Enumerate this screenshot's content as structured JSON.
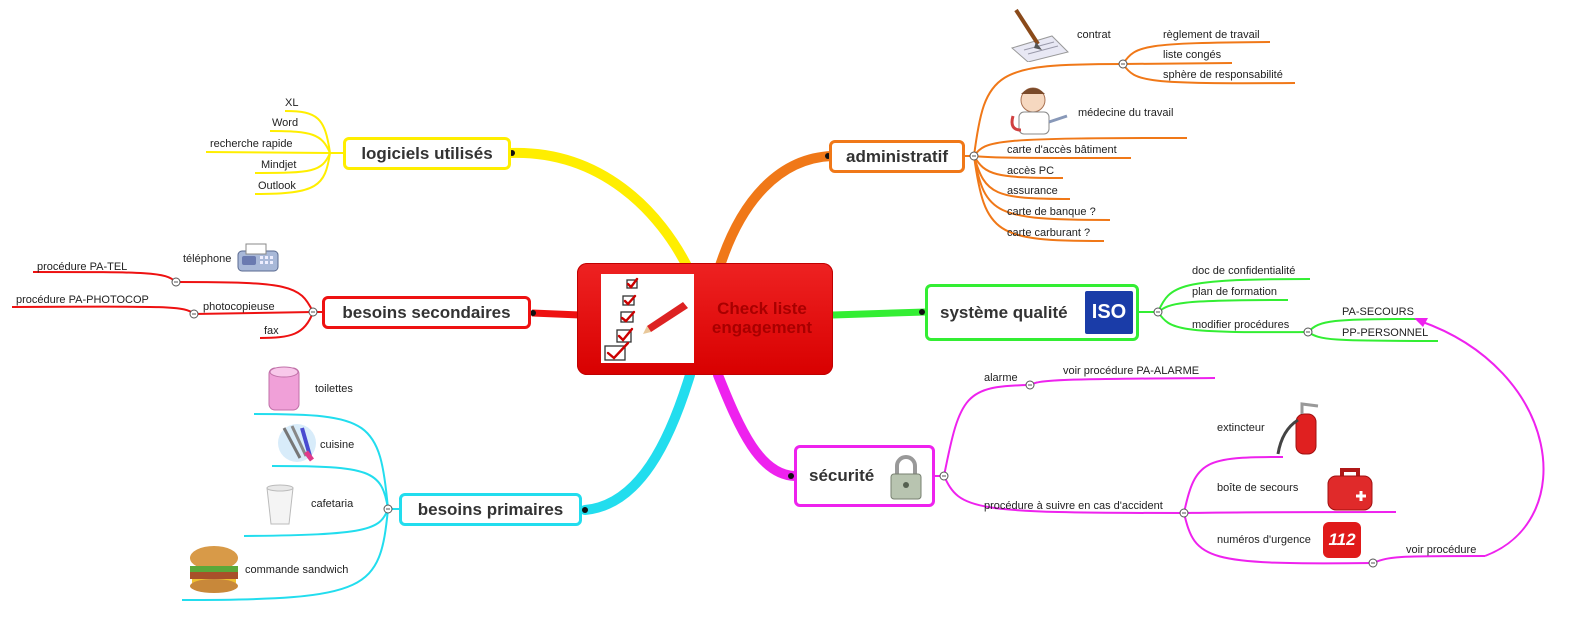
{
  "central": {
    "title": "Check liste\nengagement"
  },
  "branches": {
    "logiciels": {
      "label": "logiciels utilisés",
      "color": "#ffee00",
      "items": [
        "XL",
        "Word",
        "recherche rapide",
        "Mindjet",
        "Outlook"
      ]
    },
    "secondaires": {
      "label": "besoins secondaires",
      "color": "#ee1111",
      "telephone": "téléphone",
      "pa_tel": "procédure PA-TEL",
      "photocopieuse": "photocopieuse",
      "pa_photocop": "procédure PA-PHOTOCOP",
      "fax": "fax"
    },
    "primaires": {
      "label": "besoins primaires",
      "color": "#22ddee",
      "items": [
        "toilettes",
        "cuisine",
        "cafetaria",
        "commande sandwich"
      ]
    },
    "administratif": {
      "label": "administratif",
      "color": "#f07818",
      "contrat": "contrat",
      "contrat_items": [
        "règlement de travail",
        "liste congés",
        "sphère de responsabilité"
      ],
      "medecine": "médecine du travail",
      "items": [
        "carte d'accès bâtiment",
        "accès PC",
        "assurance",
        "carte de banque ?",
        "carte carburant ?"
      ]
    },
    "qualite": {
      "label": "système qualité",
      "color": "#33ee33",
      "iso_text": "ISO",
      "items": [
        "doc de confidentialité",
        "plan de formation",
        "modifier procédures"
      ],
      "procedures": [
        "PA-SECOURS",
        "PP-PERSONNEL"
      ]
    },
    "securite": {
      "label": "sécurité",
      "color": "#ee22ee",
      "alarme": "alarme",
      "voir_alarme": "voir procédure PA-ALARME",
      "accident": "procédure à suivre en cas d'accident",
      "extincteur": "extincteur",
      "boite": "boîte de secours",
      "numeros": "numéros d'urgence",
      "voir_procedure": "voir procédure",
      "urgence_number": "112"
    }
  }
}
